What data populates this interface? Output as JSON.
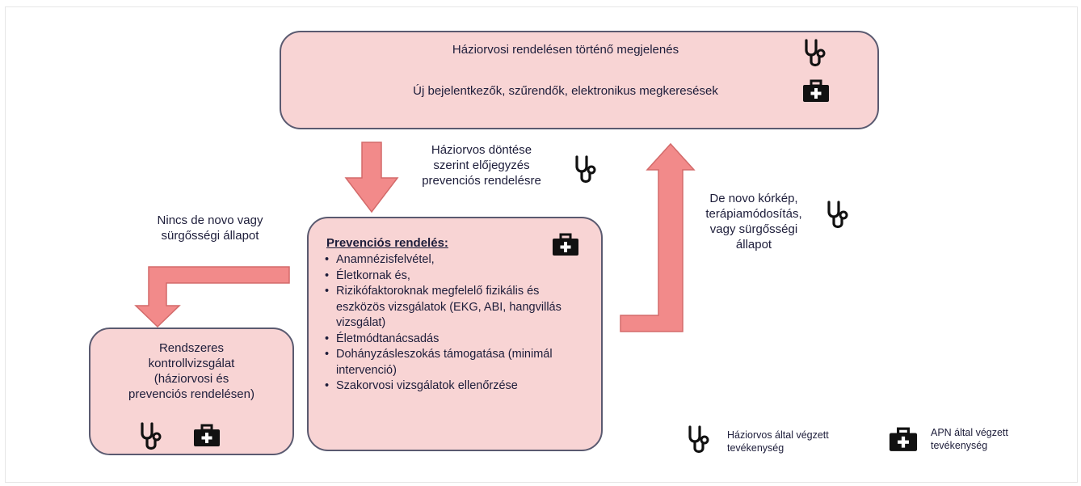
{
  "top_box": {
    "line1": "Háziorvosi rendelésen történő megjelenés",
    "line2": "Új bejelentkezők, szűrendők, elektronikus megkeresések"
  },
  "down_arrow_label": [
    "Háziorvos döntése",
    "szerint előjegyzés",
    "prevenciós rendelésre"
  ],
  "left_label": [
    "Nincs de novo vagy",
    "sürgősségi állapot"
  ],
  "right_label": [
    "De novo kórkép,",
    "terápiamódosítás,",
    "vagy sürgősségi",
    "állapot"
  ],
  "prevention": {
    "title": "Prevenciós rendelés:",
    "items": [
      "Anamnézisfelvétel,",
      "Életkornak és,",
      "Rizikófaktoroknak megfelelő fizikális és eszközös vizsgálatok (EKG, ABI, hangvillás vizsgálat)",
      "Életmódtanácsadás",
      "Dohányzásleszokás támogatása (minimál intervenció)",
      "Szakorvosi vizsgálatok ellenőrzése"
    ]
  },
  "control_box": [
    "Rendszeres",
    "kontrollvizsgálat",
    "(háziorvosi és",
    "prevenciós rendelésen)"
  ],
  "legend": {
    "gp_label": [
      "Háziorvos által végzett",
      "tevékenység"
    ],
    "apn_label": [
      "APN által végzett",
      "tevékenység"
    ]
  },
  "colors": {
    "box_fill": "#f8d4d4",
    "arrow_fill": "#f28a8a",
    "border": "#5a5a70",
    "text": "#1d1d3a"
  },
  "icons": [
    "stethoscope-icon",
    "medical-bag-icon"
  ]
}
